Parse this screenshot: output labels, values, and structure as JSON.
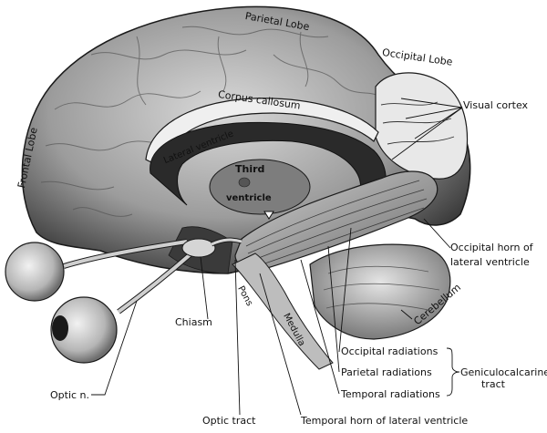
{
  "labels": {
    "parietal_lobe": "Parietal Lobe",
    "occipital_lobe": "Occipital Lobe",
    "visual_cortex": "Visual cortex",
    "frontal_lobe": "Frontal Lobe",
    "corpus_callosum": "Corpus callosum",
    "lateral_ventricle": "Lateral ventricle",
    "third": "Third",
    "ventricle": "ventricle",
    "occipital_horn": "Occipital horn of",
    "occipital_horn_2": "lateral ventricle",
    "cerebellum": "Cerebellum",
    "pons": "Pons",
    "medulla": "Medulla",
    "chiasm": "Chiasm",
    "occipital_radiations": "Occipital radiations",
    "parietal_radiations": "Parietal radiations",
    "temporal_radiations": "Temporal radiations",
    "geniculocalcarine": "Geniculocalcarine",
    "tract": "tract",
    "optic_n": "Optic n.",
    "optic_tract": "Optic tract",
    "temporal_horn": "Temporal horn of lateral ventricle"
  },
  "colors": {
    "tissue_light": "#cfcfcf",
    "tissue_mid": "#8a8a8a",
    "tissue_dark": "#2b2b2b",
    "line": "#111111"
  }
}
